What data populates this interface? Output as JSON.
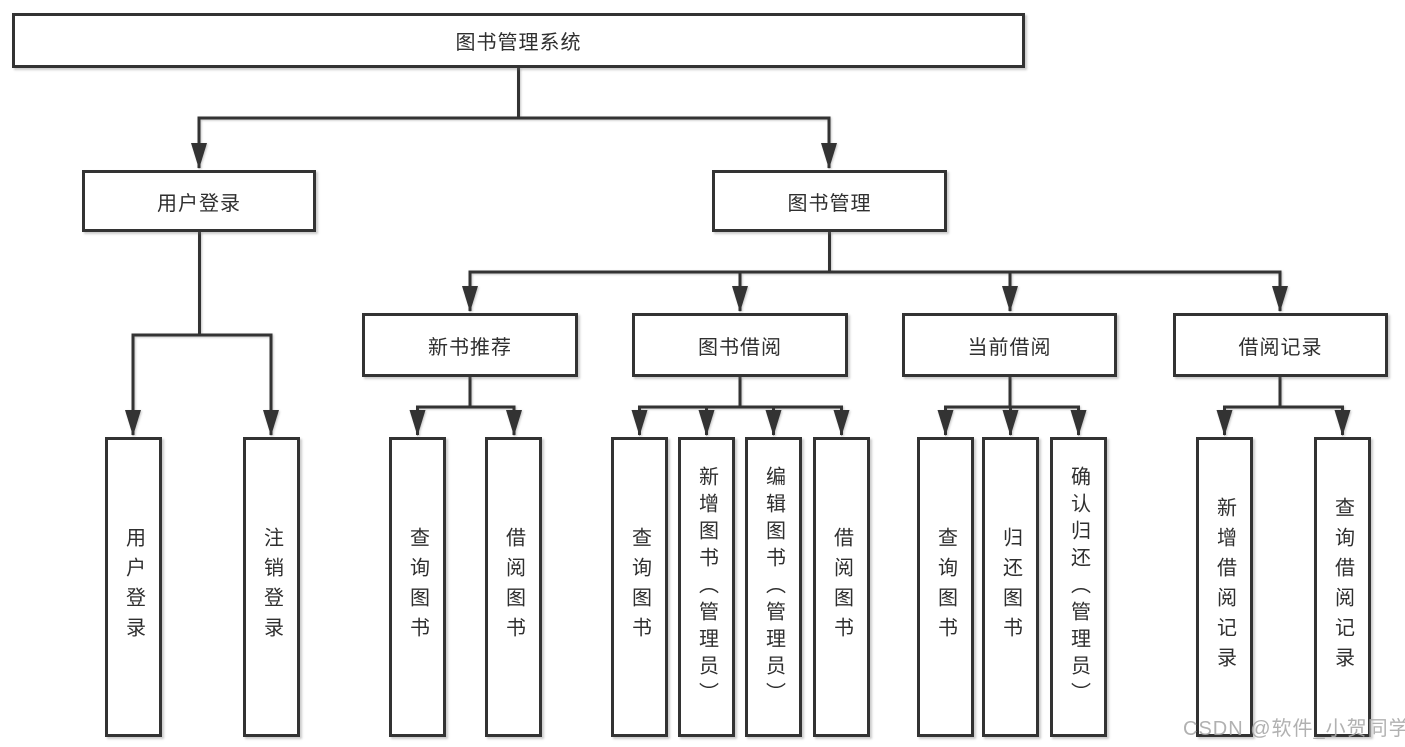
{
  "diagram": {
    "root": {
      "label": "图书管理系统"
    },
    "branches": [
      {
        "label": "用户登录",
        "children": [
          {
            "label": "用户登录"
          },
          {
            "label": "注销登录"
          }
        ]
      },
      {
        "label": "图书管理",
        "children": [
          {
            "label": "新书推荐",
            "children": [
              {
                "label": "查询图书"
              },
              {
                "label": "借阅图书"
              }
            ]
          },
          {
            "label": "图书借阅",
            "children": [
              {
                "label": "查询图书"
              },
              {
                "label": "新增图书（管理员）"
              },
              {
                "label": "编辑图书（管理员）"
              },
              {
                "label": "借阅图书"
              }
            ]
          },
          {
            "label": "当前借阅",
            "children": [
              {
                "label": "查询图书"
              },
              {
                "label": "归还图书"
              },
              {
                "label": "确认归还（管理员）"
              }
            ]
          },
          {
            "label": "借阅记录",
            "children": [
              {
                "label": "新增借阅记录"
              },
              {
                "label": "查询借阅记录"
              }
            ]
          }
        ]
      }
    ]
  },
  "watermark": {
    "text": "CSDN @软件_小贺同学"
  },
  "colors": {
    "line": "#333333",
    "box_border": "#333333",
    "text": "#2f2f2f",
    "background": "#ffffff",
    "watermark": "#a8a8a8"
  }
}
